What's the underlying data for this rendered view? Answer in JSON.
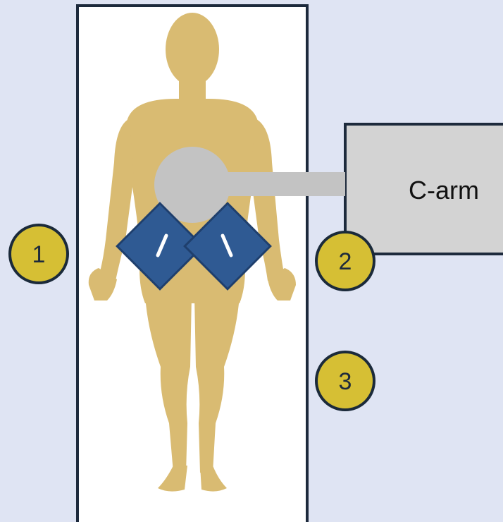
{
  "diagram": {
    "device_label": "C-arm",
    "markers": [
      "1",
      "2",
      "3"
    ]
  },
  "colors": {
    "background": "#dfe4f3",
    "table_border": "#1d2a3c",
    "silhouette": "#d9bb72",
    "pad": "#2f5a93",
    "pad_border": "#1f3f6d",
    "carm_box": "#d3d3d3",
    "carm_head": "#c3c3c3",
    "marker_fill": "#d6bf34",
    "marker_border": "#1b2a3a"
  },
  "icons": {
    "patient": "human-silhouette-icon",
    "pads": "return-electrode-pad-icon"
  }
}
